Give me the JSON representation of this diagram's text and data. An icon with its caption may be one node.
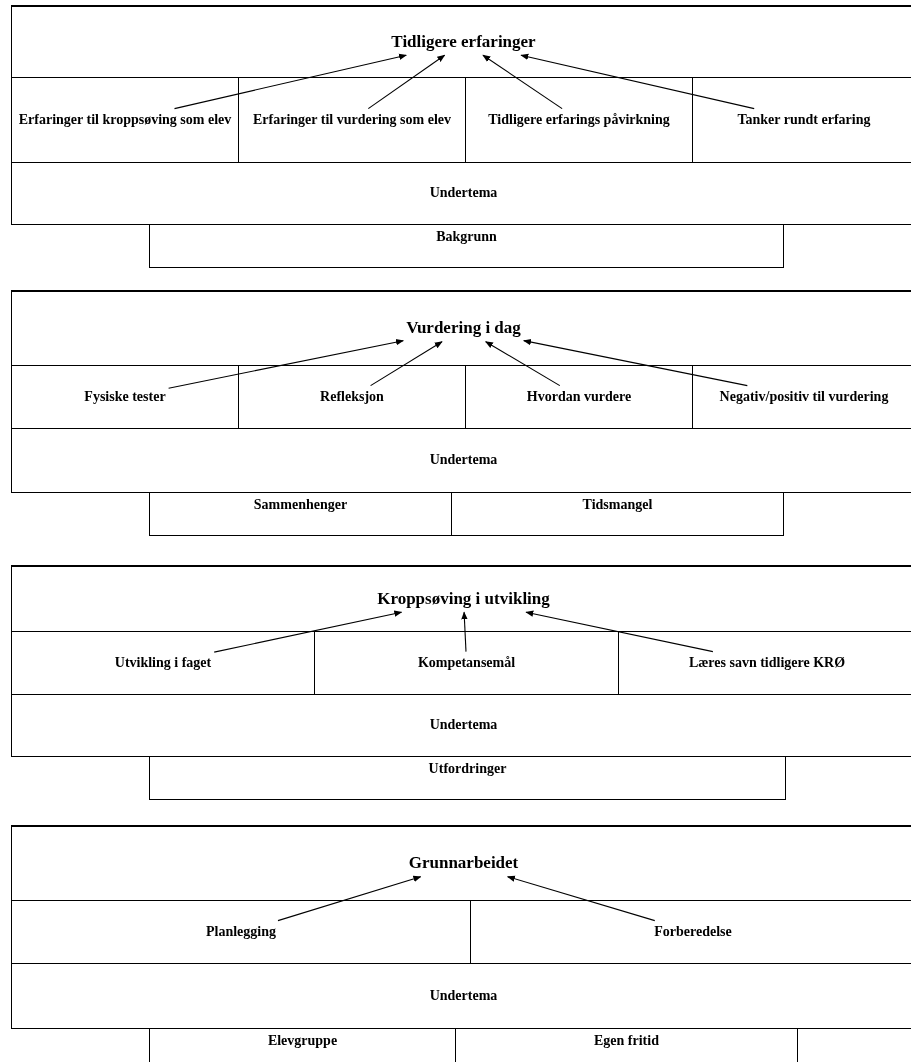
{
  "diagram": {
    "nodes": [
      {
        "text": [
          "Tidligere erfaringer"
        ]
      },
      {
        "text": [
          "Erfaringer til kroppsøving som elev"
        ]
      },
      {
        "text": [
          "Erfaringer til vurdering som elev"
        ]
      },
      {
        "text": [
          "Tidligere erfarings påvirkning"
        ]
      },
      {
        "text": [
          "Tanker rundt erfaring"
        ]
      },
      {
        "text": [
          "Undertema"
        ]
      },
      {
        "text": [
          "Bakgrunn"
        ]
      },
      {
        "text": [
          "Vurdering i dag"
        ]
      },
      {
        "text": [
          "Fysiske tester"
        ]
      },
      {
        "text": [
          "Refleksjon"
        ]
      },
      {
        "text": [
          "Hvordan vurdere"
        ]
      },
      {
        "text": [
          "Negativ/positiv til vurdering"
        ]
      },
      {
        "text": [
          "Undertema"
        ]
      },
      {
        "text": [
          "Sammenhenger"
        ]
      },
      {
        "text": [
          "Tidsmangel"
        ]
      },
      {
        "text": [
          "Kroppsøving i utvikling"
        ]
      },
      {
        "text": [
          "Utvikling i faget"
        ]
      },
      {
        "text": [
          "Kompetansemål"
        ]
      },
      {
        "text": [
          "Læres savn tidligere KRØ"
        ]
      },
      {
        "text": [
          "Undertema"
        ]
      },
      {
        "text": [
          "Utfordringer"
        ]
      },
      {
        "text": [
          "Grunnarbeidet"
        ]
      },
      {
        "text": [
          "Planlegging"
        ]
      },
      {
        "text": [
          "Forberedelse"
        ]
      },
      {
        "text": [
          "Undertema"
        ]
      },
      {
        "text": [
          "Elevgruppe"
        ]
      },
      {
        "text": [
          "Egen fritid"
        ]
      }
    ],
    "edges": [
      {
        "from": 1,
        "to": 0,
        "arrow": "to"
      },
      {
        "from": 2,
        "to": 0,
        "arrow": "to"
      },
      {
        "from": 3,
        "to": 0,
        "arrow": "to"
      },
      {
        "from": 4,
        "to": 0,
        "arrow": "to"
      },
      {
        "from": 8,
        "to": 7,
        "arrow": "to"
      },
      {
        "from": 9,
        "to": 7,
        "arrow": "to"
      },
      {
        "from": 10,
        "to": 7,
        "arrow": "to"
      },
      {
        "from": 11,
        "to": 7,
        "arrow": "to"
      },
      {
        "from": 16,
        "to": 15,
        "arrow": "to"
      },
      {
        "from": 17,
        "to": 15,
        "arrow": "to"
      },
      {
        "from": 18,
        "to": 15,
        "arrow": "to"
      },
      {
        "from": 22,
        "to": 21,
        "arrow": "to"
      },
      {
        "from": 23,
        "to": 21,
        "arrow": "to"
      }
    ]
  }
}
